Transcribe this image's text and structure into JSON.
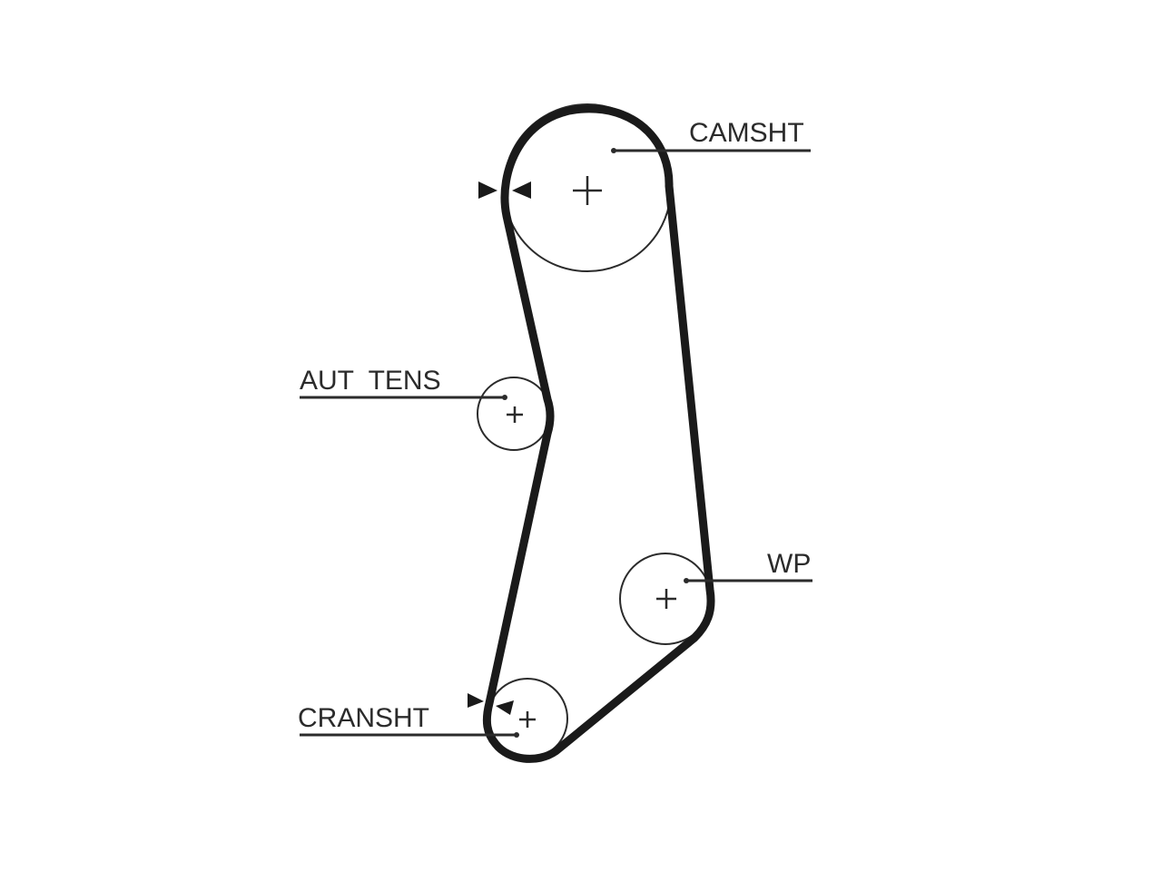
{
  "diagram": {
    "labels": {
      "camshaft": "CAMSHT",
      "tensioner": "AUT  TENS",
      "water_pump": "WP",
      "crankshaft": "CRANSHT"
    },
    "colors": {
      "belt": "#1a1a1a",
      "line": "#2b2b2b",
      "background": "#ffffff"
    }
  }
}
